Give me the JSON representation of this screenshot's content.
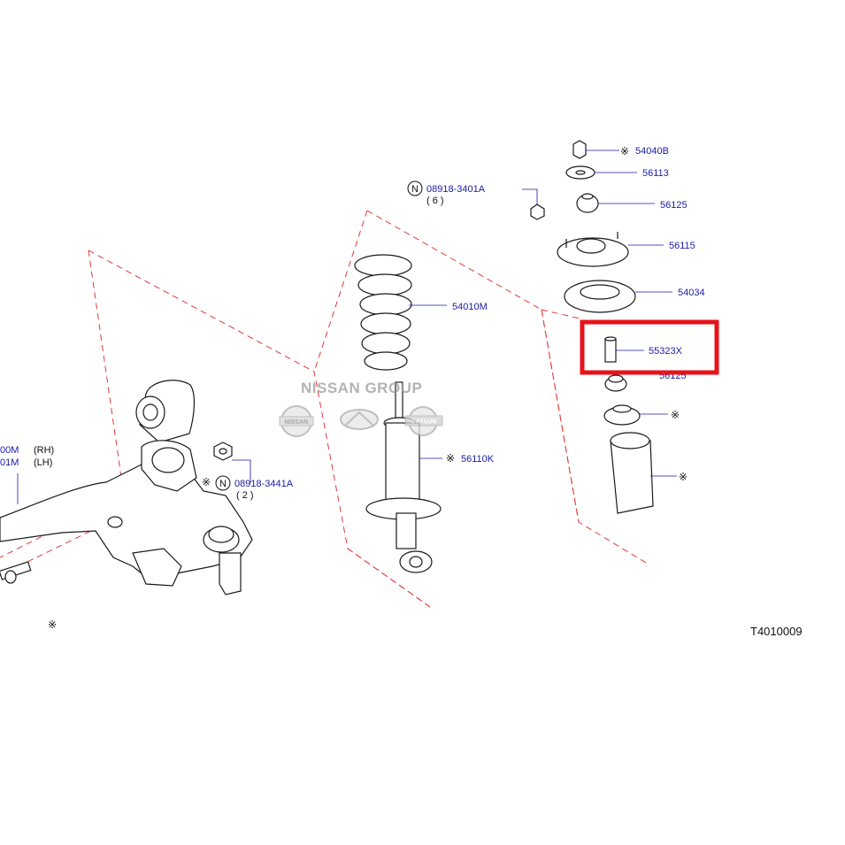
{
  "diagram": {
    "code": "T4010009",
    "highlight_color": "#e8121a",
    "dash_color": "#e03a3a",
    "label_color": "#1a1aa6",
    "callouts": {
      "p54040B": "54040B",
      "p56113": "56113",
      "p08918_3401A": "08918-3401A",
      "p08918_3401A_qty": "( 6 )",
      "p56125_top": "56125",
      "p56115": "56115",
      "p54034": "54034",
      "p54010M": "54010M",
      "p55323X": "55323X",
      "p56125_lower": "56125",
      "p56110K": "56110K",
      "p08918_3441A": "08918-3441A",
      "p08918_3441A_qty": "( 2 )",
      "p_rh_num": "00M",
      "p_lh_num": "01M",
      "p_rh": "(RH)",
      "p_lh": "(LH)"
    },
    "note_mark": "※",
    "n_badge": "N",
    "watermark": {
      "text": "NISSAN GROUP",
      "logo1": "NISSAN",
      "logo3": "DATSUN"
    }
  }
}
